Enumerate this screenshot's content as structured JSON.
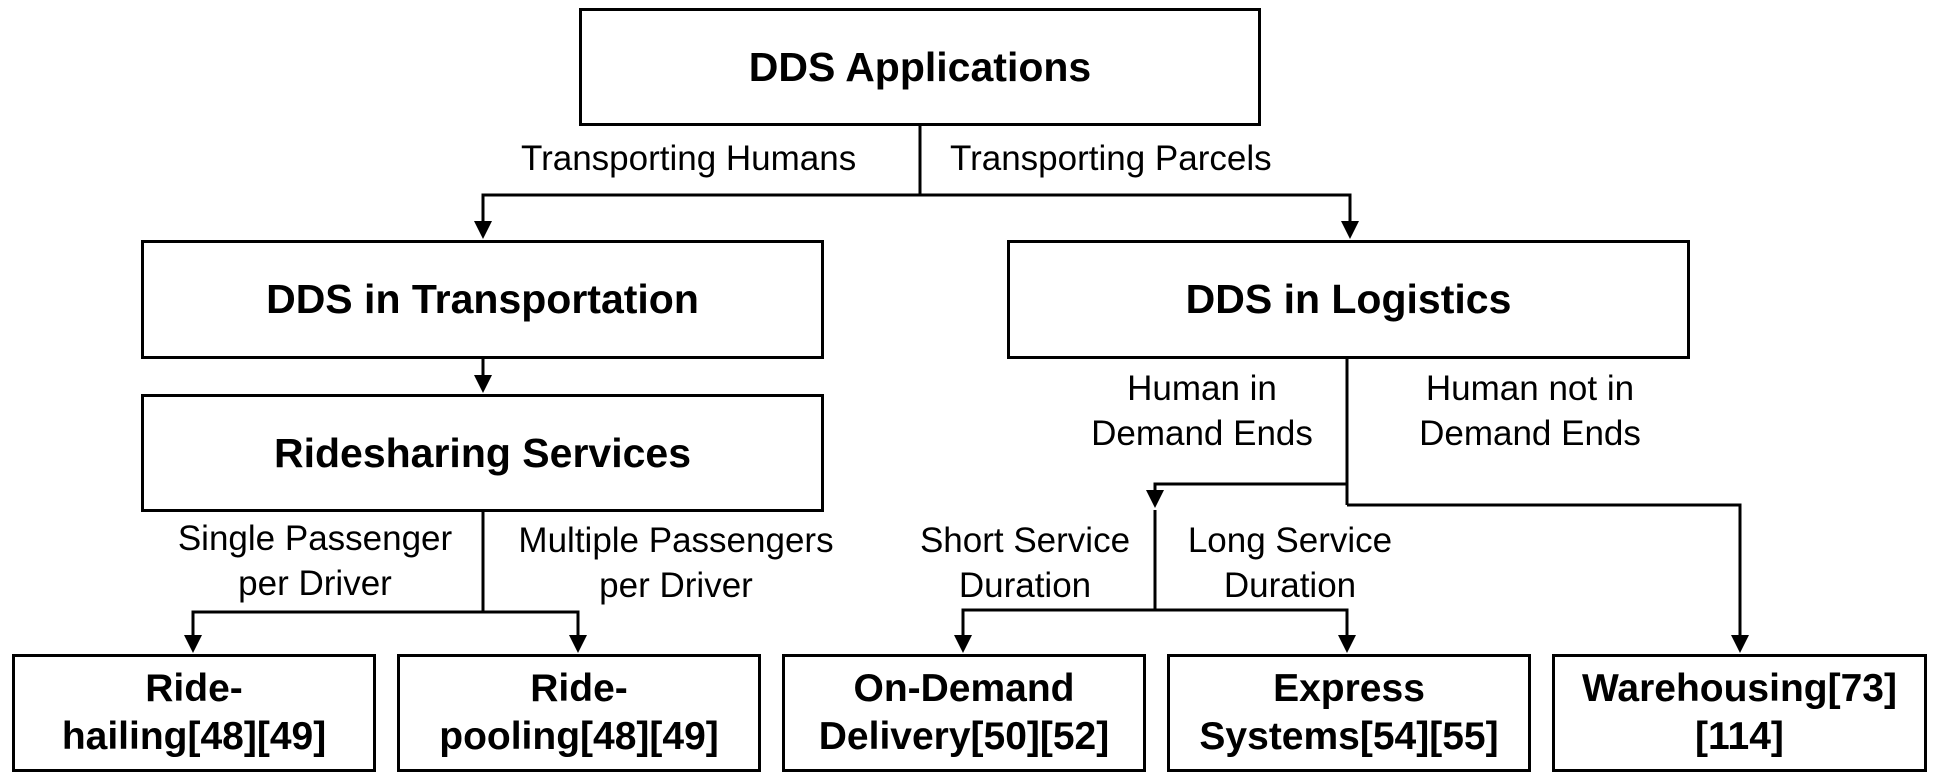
{
  "root": {
    "title": "DDS Applications"
  },
  "branches": {
    "humans": "Transporting Humans",
    "parcels": "Transporting Parcels"
  },
  "transportation": {
    "title": "DDS in Transportation",
    "ridesharing": "Ridesharing Services",
    "single_line1": "Single Passenger",
    "single_line2": "per Driver",
    "multiple_line1": "Multiple Passengers",
    "multiple_line2": "per Driver",
    "ride_hailing_line1": "Ride-",
    "ride_hailing_line2": "hailing[48][49]",
    "ride_pooling_line1": "Ride-",
    "ride_pooling_line2": "pooling[48][49]"
  },
  "logistics": {
    "title": "DDS in Logistics",
    "human_in_line1": "Human in",
    "human_in_line2": "Demand Ends",
    "human_not_in_line1": "Human not in",
    "human_not_in_line2": "Demand Ends",
    "short_line1": "Short Service",
    "short_line2": "Duration",
    "long_line1": "Long Service",
    "long_line2": "Duration",
    "on_demand_line1": "On-Demand",
    "on_demand_line2": "Delivery[50][52]",
    "express_line1": "Express",
    "express_line2": "Systems[54][55]",
    "warehousing_line1": "Warehousing[73]",
    "warehousing_line2": "[114]"
  }
}
